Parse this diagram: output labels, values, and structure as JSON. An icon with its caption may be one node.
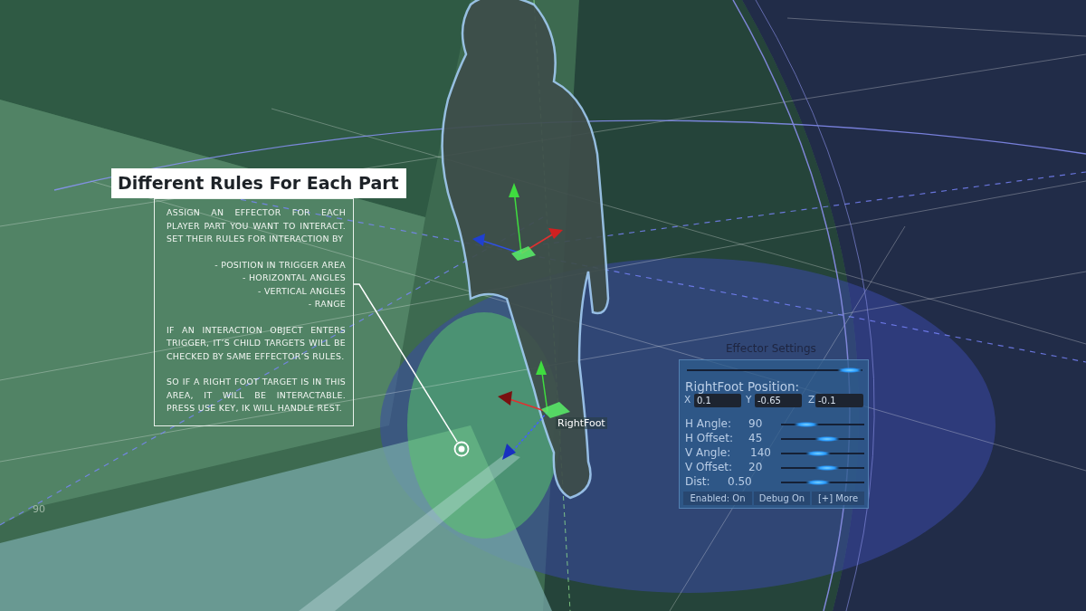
{
  "diagram": {
    "nodes": [
      {
        "text": [
          "Different Rules For Each Part",
          "ASSIGN AN EFFECTOR FOR EACH PLAYER PART YOU WANT TO INTERACT. SET THEIR RULES FOR INTERACTION BY",
          "- POSITION IN TRIGGER AREA",
          "- HORIZONTAL ANGLES",
          "- VERTICAL ANGLES",
          "- RANGE",
          "IF AN INTERACTION OBJECT ENTERS TRIGGER, IT’S CHILD TARGETS WILL BE CHECKED BY SAME EFFECTOR’S RULES.",
          "SO IF A RIGHT FOOT TARGET IS IN THIS AREA, IT WILL BE INTERACTABLE. PRESS USE KEY, IK WILL HANDLE REST."
        ]
      },
      {
        "text": [],
        "shape": "circle"
      },
      {
        "text": [
          "Effector Settings",
          "RightFoot Position:",
          "X",
          "0.1",
          "Y",
          "-0.65",
          "Z",
          "-0.1",
          "H Angle:",
          "90",
          "H Offset:",
          "45",
          "V Angle:",
          "140",
          "V Offset:",
          "20",
          "Dist:",
          "0.50",
          "Enabled: On",
          "Debug On",
          "[+] More"
        ]
      }
    ],
    "edges": [
      {
        "from": 0,
        "to": 1,
        "arrow": "none"
      }
    ],
    "labels": [
      "RightFoot",
      "90"
    ]
  }
}
